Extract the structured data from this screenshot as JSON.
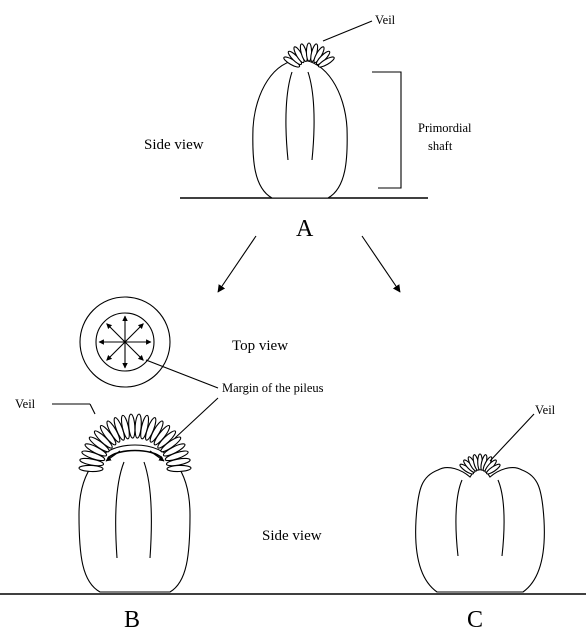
{
  "figure": {
    "labels": {
      "veil_a": "Veil",
      "primordial_shaft_line1": "Primordial",
      "primordial_shaft_line2": "shaft",
      "side_view_a": "Side view",
      "panel_a": "A",
      "top_view": "Top view",
      "margin_of_pileus": "Margin of the pileus",
      "veil_b": "Veil",
      "side_view_b": "Side view",
      "panel_b": "B",
      "veil_c": "Veil",
      "panel_c": "C"
    }
  }
}
